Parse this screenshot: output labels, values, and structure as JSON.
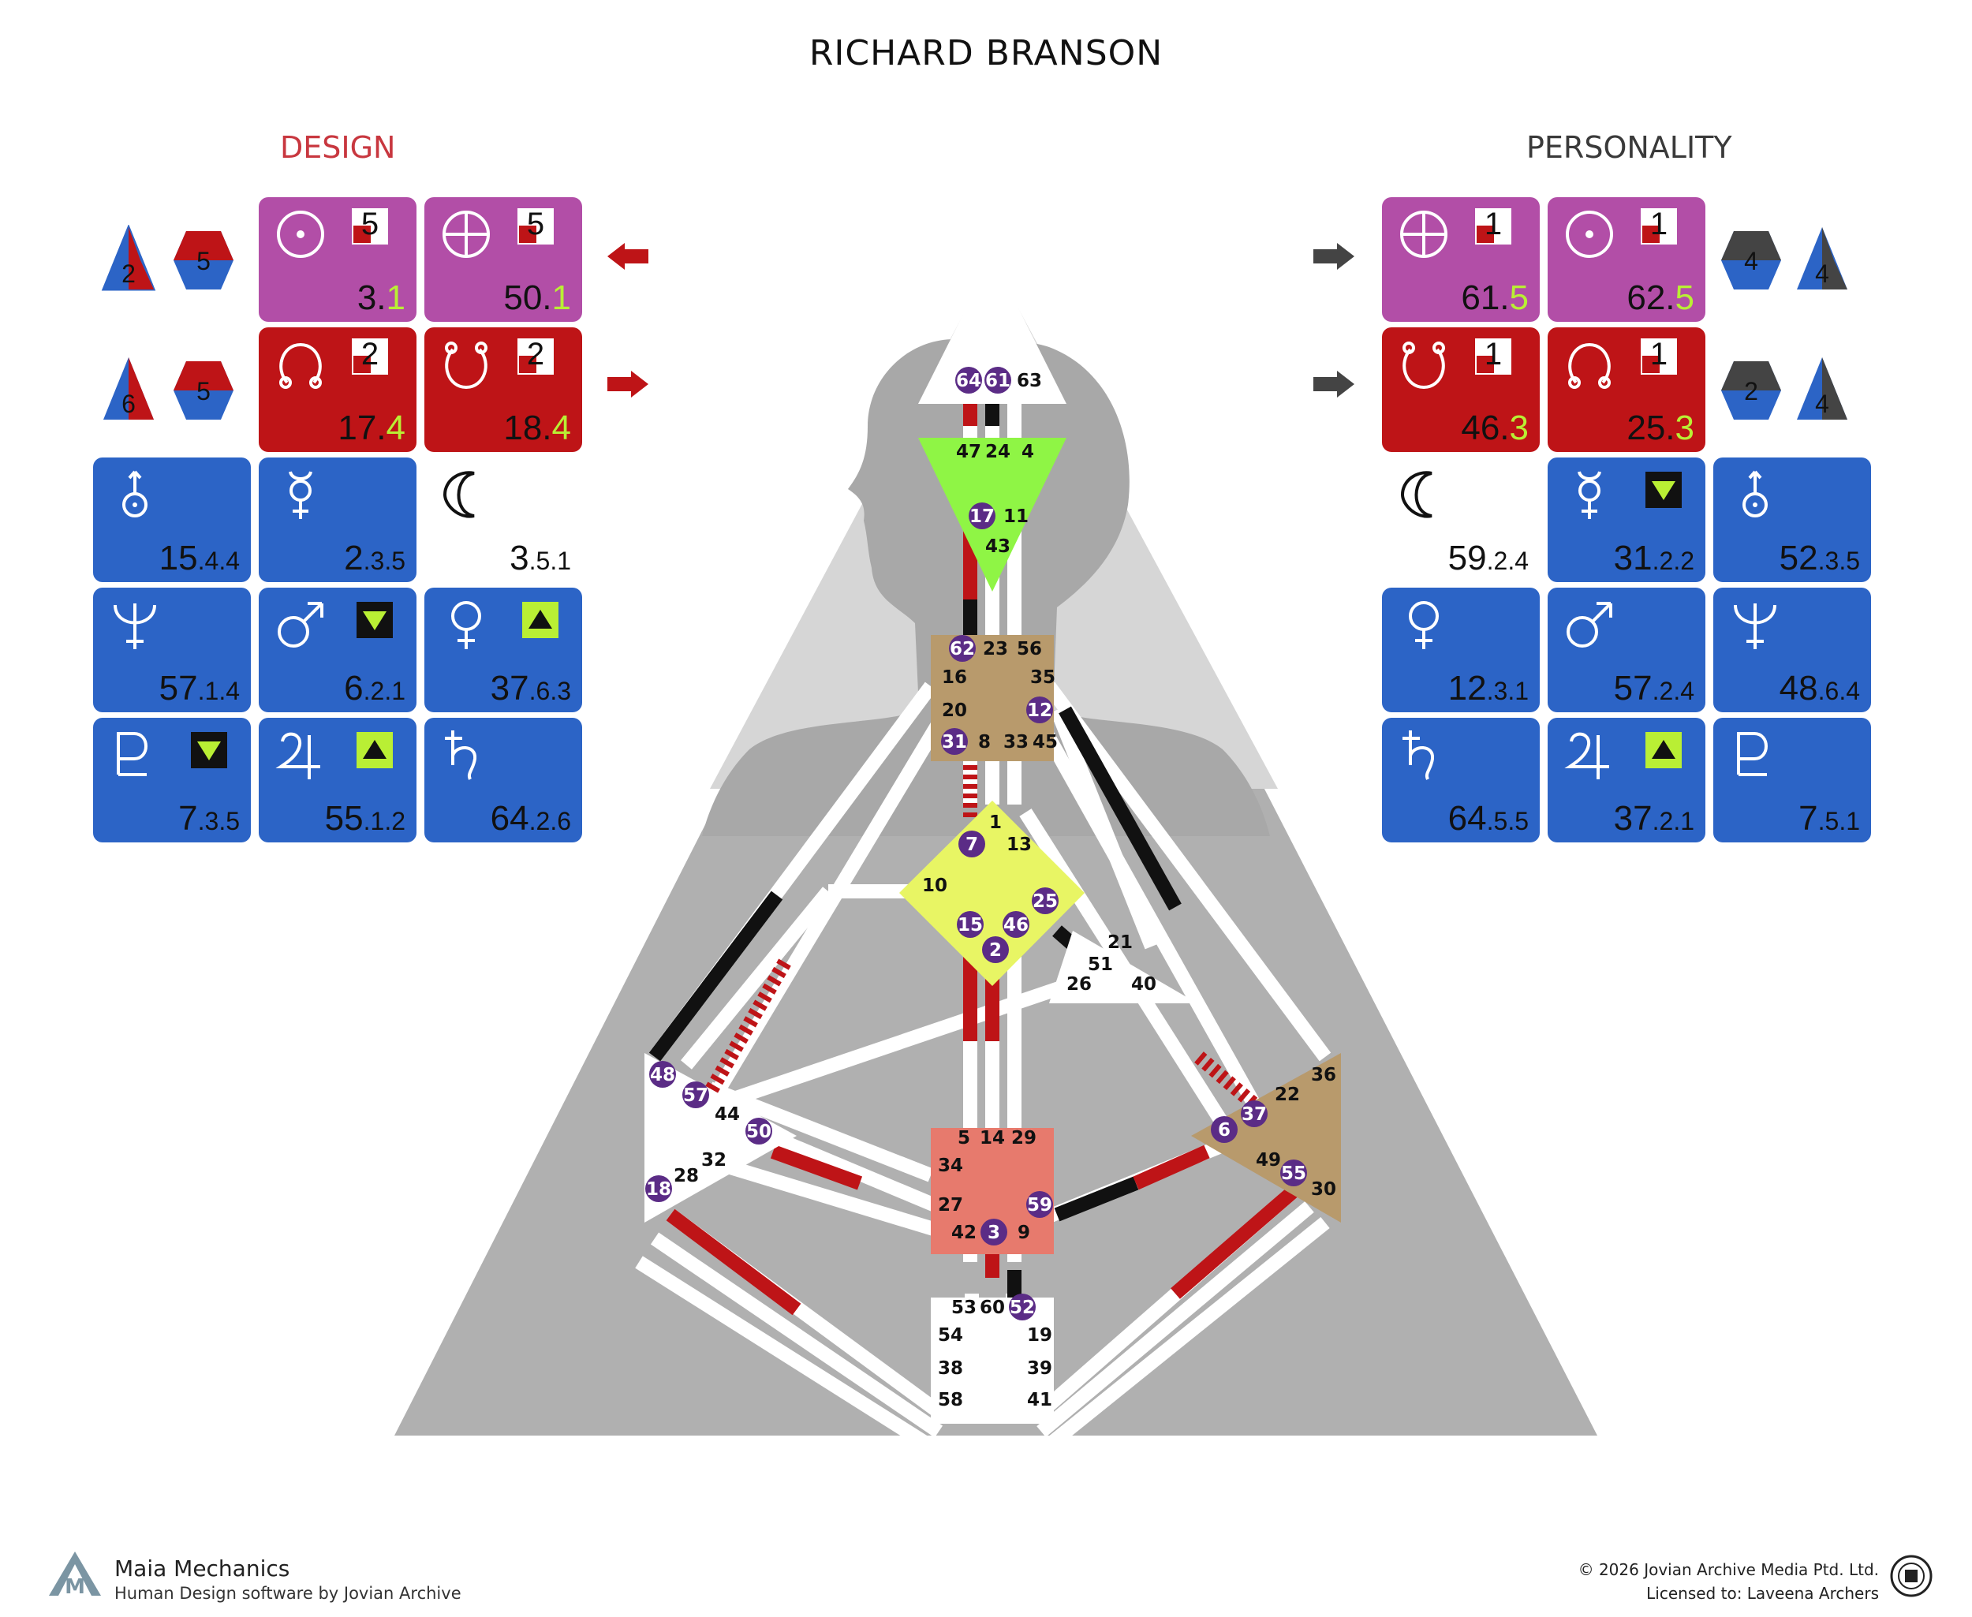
{
  "title": "RICHARD BRANSON",
  "design": {
    "title": "DESIGN",
    "variables": {
      "top_left": "2",
      "top_right": "5",
      "bottom_left": "6",
      "bottom_right": "5"
    },
    "planets": [
      {
        "planet": "sun-icon",
        "gate": "3",
        "line": "1",
        "color": "purple",
        "badge": "5"
      },
      {
        "planet": "earth-icon",
        "gate": "50",
        "line": "1",
        "color": "purple",
        "badge": "5"
      },
      {
        "planet": "north-node-icon",
        "gate": "17",
        "line": "4",
        "color": "red",
        "badge": "2"
      },
      {
        "planet": "south-node-icon",
        "gate": "18",
        "line": "4",
        "color": "red",
        "badge": "2"
      },
      {
        "planet": "chiron-icon",
        "gate": "15",
        "line": ".4.4"
      },
      {
        "planet": "mercury-icon",
        "gate": "2",
        "line": ".3.5"
      },
      {
        "planet": "moon-icon",
        "gate": "3",
        "line": ".5.1"
      },
      {
        "planet": "neptune-icon",
        "gate": "57",
        "line": ".1.4"
      },
      {
        "planet": "mars-icon",
        "gate": "6",
        "line": ".2.1",
        "arrow": "down"
      },
      {
        "planet": "venus-icon",
        "gate": "37",
        "line": ".6.3",
        "arrow": "up"
      },
      {
        "planet": "pluto-icon",
        "gate": "7",
        "line": ".3.5",
        "arrow": "down"
      },
      {
        "planet": "jupiter-icon",
        "gate": "55",
        "line": ".1.2",
        "arrow": "up"
      },
      {
        "planet": "saturn-icon",
        "gate": "64",
        "line": ".2.6"
      }
    ]
  },
  "personality": {
    "title": "PERSONALITY",
    "variables": {
      "top_left": "4",
      "top_right": "4",
      "bottom_left": "2",
      "bottom_right": "4"
    },
    "planets": [
      {
        "planet": "earth-icon",
        "gate": "61",
        "line": "5",
        "color": "purple",
        "badge": "1"
      },
      {
        "planet": "sun-icon",
        "gate": "62",
        "line": "5",
        "color": "purple",
        "badge": "1"
      },
      {
        "planet": "south-node-icon",
        "gate": "46",
        "line": "3",
        "color": "red",
        "badge": "1"
      },
      {
        "planet": "north-node-icon",
        "gate": "25",
        "line": "3",
        "color": "red",
        "badge": "1"
      },
      {
        "planet": "moon-icon",
        "gate": "59",
        "line": ".2.4"
      },
      {
        "planet": "mercury-icon",
        "gate": "31",
        "line": ".2.2",
        "arrow": "down"
      },
      {
        "planet": "chiron-icon",
        "gate": "52",
        "line": ".3.5"
      },
      {
        "planet": "venus-icon",
        "gate": "12",
        "line": ".3.1"
      },
      {
        "planet": "mars-icon",
        "gate": "57",
        "line": ".2.4"
      },
      {
        "planet": "neptune-icon",
        "gate": "48",
        "line": ".6.4"
      },
      {
        "planet": "saturn-icon",
        "gate": "64",
        "line": ".5.5"
      },
      {
        "planet": "jupiter-icon",
        "gate": "37",
        "line": ".2.1",
        "arrow": "up"
      },
      {
        "planet": "pluto-icon",
        "gate": "7",
        "line": ".5.1"
      }
    ]
  },
  "centers": {
    "head": [
      "64",
      "61",
      "63"
    ],
    "ajna": [
      "47",
      "24",
      "4",
      "17",
      "11",
      "43"
    ],
    "throat": [
      "62",
      "23",
      "56",
      "16",
      "35",
      "20",
      "12",
      "31",
      "8",
      "33",
      "45"
    ],
    "g": [
      "1",
      "7",
      "13",
      "10",
      "25",
      "15",
      "46",
      "2"
    ],
    "ego": [
      "21",
      "51",
      "26",
      "40"
    ],
    "spleen": [
      "48",
      "57",
      "44",
      "50",
      "32",
      "28",
      "18"
    ],
    "solar_plexus": [
      "36",
      "22",
      "37",
      "6",
      "49",
      "55",
      "30"
    ],
    "sacral": [
      "5",
      "14",
      "29",
      "34",
      "27",
      "59",
      "42",
      "3",
      "9"
    ],
    "root": [
      "53",
      "60",
      "52",
      "54",
      "19",
      "38",
      "39",
      "58",
      "41"
    ]
  },
  "colors": {
    "design": "#be1417",
    "personality": "#111111",
    "purple": "#b24ea7",
    "blue": "#2c64c6",
    "gate_active": "#5b2c86"
  },
  "footer": {
    "brand": "Maia Mechanics",
    "tagline": "Human Design software by Jovian Archive",
    "copyright": "© 2026 Jovian Archive Media Ptd. Ltd.",
    "license": "Licensed to: Laveena Archers"
  }
}
